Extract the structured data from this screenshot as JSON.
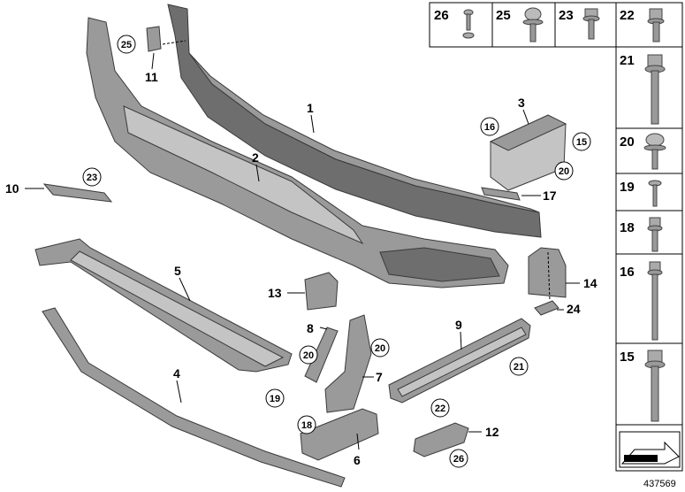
{
  "diagram": {
    "drawing_number": "437569",
    "callouts": [
      {
        "id": "c1",
        "label": "1"
      },
      {
        "id": "c2",
        "label": "2"
      },
      {
        "id": "c3",
        "label": "3"
      },
      {
        "id": "c4",
        "label": "4"
      },
      {
        "id": "c5",
        "label": "5"
      },
      {
        "id": "c6",
        "label": "6"
      },
      {
        "id": "c7",
        "label": "7"
      },
      {
        "id": "c8",
        "label": "8"
      },
      {
        "id": "c9",
        "label": "9"
      },
      {
        "id": "c10",
        "label": "10"
      },
      {
        "id": "c11",
        "label": "11"
      },
      {
        "id": "c12",
        "label": "12"
      },
      {
        "id": "c13",
        "label": "13"
      },
      {
        "id": "c14",
        "label": "14"
      },
      {
        "id": "c17",
        "label": "17"
      },
      {
        "id": "c24",
        "label": "24"
      }
    ],
    "circle_callouts": [
      {
        "id": "k25",
        "label": "25"
      },
      {
        "id": "k23",
        "label": "23"
      },
      {
        "id": "k16",
        "label": "16"
      },
      {
        "id": "k15",
        "label": "15"
      },
      {
        "id": "k20a",
        "label": "20"
      },
      {
        "id": "k20b",
        "label": "20"
      },
      {
        "id": "k20c",
        "label": "20"
      },
      {
        "id": "k19",
        "label": "19"
      },
      {
        "id": "k18",
        "label": "18"
      },
      {
        "id": "k22",
        "label": "22"
      },
      {
        "id": "k21",
        "label": "21"
      },
      {
        "id": "k26",
        "label": "26"
      }
    ],
    "legend": {
      "top_row": [
        "26",
        "25",
        "23",
        "22"
      ],
      "column": [
        "21",
        "20",
        "19",
        "18",
        "16",
        "15"
      ]
    }
  }
}
